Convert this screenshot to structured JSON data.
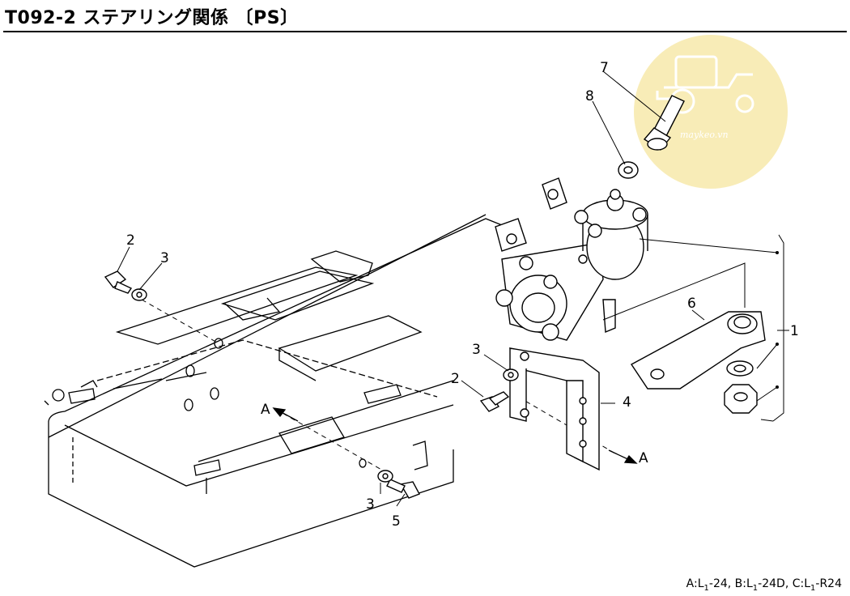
{
  "header": {
    "title": "T092-2 ステアリング関係 〔PS〕"
  },
  "callouts": {
    "c1": "1",
    "c2a": "2",
    "c2b": "2",
    "c3a": "3",
    "c3b": "3",
    "c3c": "3",
    "c4": "4",
    "c5": "5",
    "c6": "6",
    "c7": "7",
    "c8": "8",
    "arrowA_left": "A",
    "arrowA_right": "A"
  },
  "footnote": {
    "a_prefix": "A:L",
    "a_sub": "1",
    "a_suffix": "-24,",
    "b_prefix": "B:L",
    "b_sub": "1",
    "b_suffix": "-24D,",
    "c_prefix": "C:L",
    "c_sub": "1",
    "c_suffix": "-R24"
  },
  "watermark": {
    "text": "maykeo.vn",
    "color": "#f6e7a6"
  }
}
